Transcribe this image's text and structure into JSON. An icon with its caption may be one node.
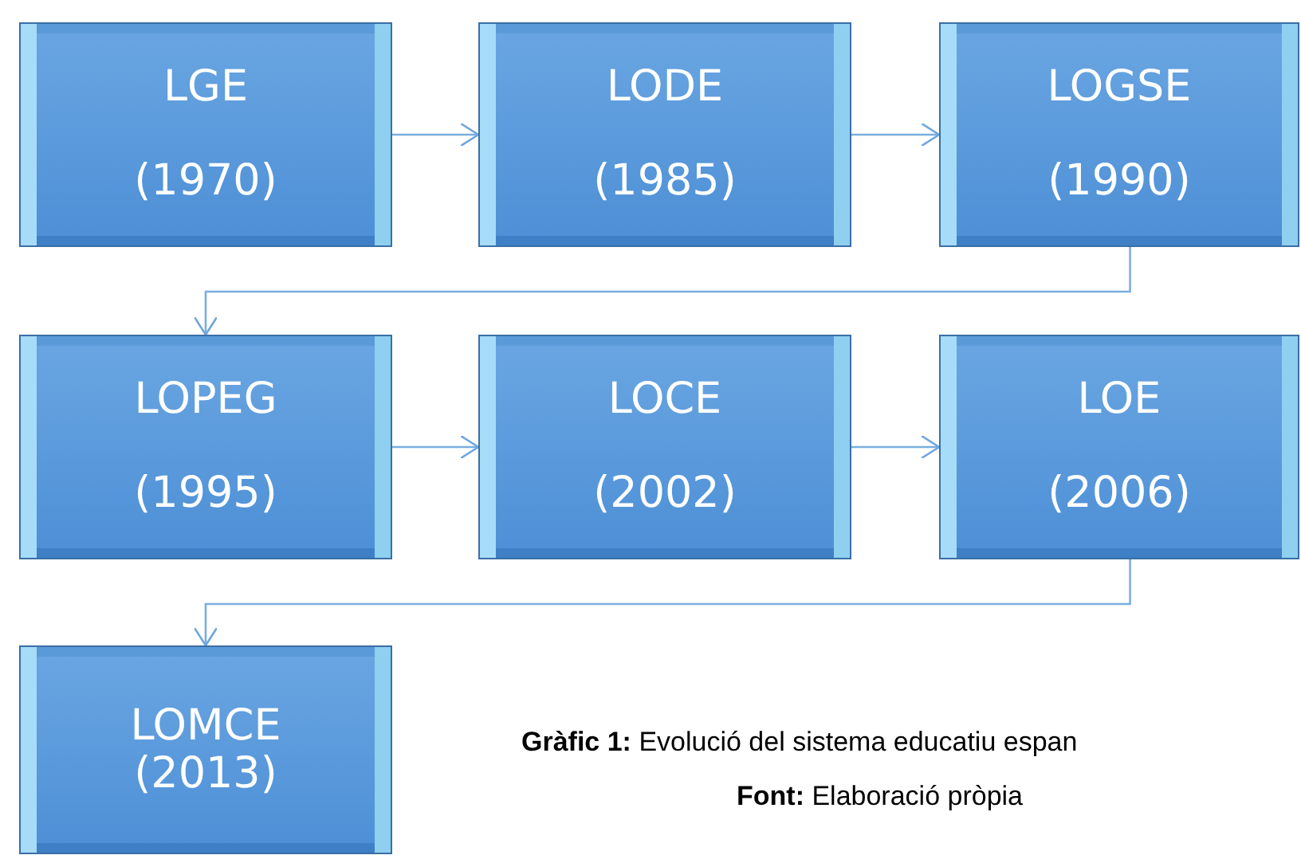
{
  "diagram": {
    "caption": "**Gràfic 1:** Evolució del sistema educatiu espan",
    "nodes": [
      {
        "text": [
          "LGE",
          "(1970)"
        ]
      },
      {
        "text": [
          "LODE",
          "(1985)"
        ]
      },
      {
        "text": [
          "LOGSE",
          "(1990)"
        ]
      },
      {
        "text": [
          "LOPEG",
          "(1995)"
        ]
      },
      {
        "text": [
          "LOCE",
          "(2002)"
        ]
      },
      {
        "text": [
          "LOE",
          "(2006)"
        ]
      },
      {
        "text": [
          "LOMCE",
          "(2013)"
        ]
      }
    ],
    "edges": [
      {
        "from": 0,
        "to": 1,
        "arrow": "to"
      },
      {
        "from": 1,
        "to": 2,
        "arrow": "to"
      },
      {
        "from": 2,
        "to": 3,
        "arrow": "to"
      },
      {
        "from": 3,
        "to": 4,
        "arrow": "to"
      },
      {
        "from": 4,
        "to": 5,
        "arrow": "to"
      },
      {
        "from": 5,
        "to": 6,
        "arrow": "to"
      }
    ],
    "labels": [
      "**Font:** Elaboració pròpia"
    ]
  }
}
